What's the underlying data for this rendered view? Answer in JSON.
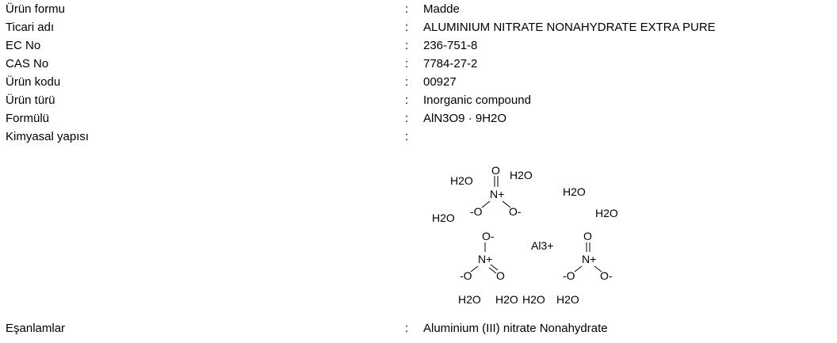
{
  "rows": [
    {
      "label": "Ürün formu",
      "colon": ":",
      "value": "Madde"
    },
    {
      "label": "Ticari adı",
      "colon": ":",
      "value": "ALUMINIUM NITRATE NONAHYDRATE EXTRA PURE"
    },
    {
      "label": "EC No",
      "colon": ":",
      "value": "236-751-8"
    },
    {
      "label": "CAS No",
      "colon": ":",
      "value": "7784-27-2"
    },
    {
      "label": "Ürün kodu",
      "colon": ":",
      "value": "00927"
    },
    {
      "label": "Ürün türü",
      "colon": ":",
      "value": "Inorganic compound"
    },
    {
      "label": "Formülü",
      "colon": ":",
      "value": "AlN3O9 · 9H2O"
    },
    {
      "label": "Kimyasal yapısı",
      "colon": ":"
    },
    {
      "label": "Eşanlamlar",
      "colon": ":",
      "value": "Aluminium (III) nitrate Nonahydrate"
    }
  ],
  "structure": {
    "water": "H2O",
    "aluminium": "Al3+",
    "nitrogen_cation": "N+",
    "oxygen": "O",
    "oxygen_anion": "-O",
    "oxygen_anion_right": "O-"
  }
}
